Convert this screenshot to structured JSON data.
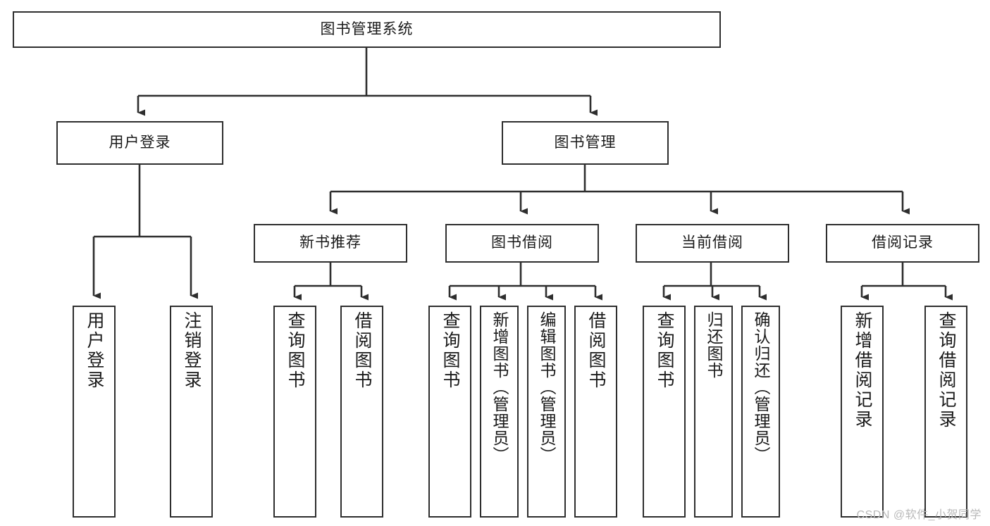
{
  "diagram": {
    "title": "图书管理系统",
    "type": "tree-hierarchy",
    "watermark": "CSDN @软件_小贺同学",
    "colors": {
      "box_border": "#2e2e2e",
      "box_fill": "#ffffff",
      "connector": "#2e2e2e",
      "text": "#1a1a1a",
      "watermark": "#b9b9b9"
    }
  },
  "nodes": {
    "root": {
      "label": "图书管理系统"
    },
    "level1": [
      {
        "label": "用户登录"
      },
      {
        "label": "图书管理"
      }
    ],
    "level2": [
      {
        "label": "新书推荐"
      },
      {
        "label": "图书借阅"
      },
      {
        "label": "当前借阅"
      },
      {
        "label": "借阅记录"
      }
    ],
    "leaves": [
      {
        "label": "用户登录",
        "parent": "用户登录"
      },
      {
        "label": "注销登录",
        "parent": "用户登录"
      },
      {
        "label": "查询图书",
        "parent": "新书推荐"
      },
      {
        "label": "借阅图书",
        "parent": "新书推荐"
      },
      {
        "label": "查询图书",
        "parent": "图书借阅"
      },
      {
        "label": "新增图书（管理员）",
        "parent": "图书借阅"
      },
      {
        "label": "编辑图书（管理员）",
        "parent": "图书借阅"
      },
      {
        "label": "借阅图书",
        "parent": "图书借阅"
      },
      {
        "label": "查询图书",
        "parent": "当前借阅"
      },
      {
        "label": "归还图书",
        "parent": "当前借阅"
      },
      {
        "label": "确认归还（管理员）",
        "parent": "当前借阅"
      },
      {
        "label": "新增借阅记录",
        "parent": "借阅记录"
      },
      {
        "label": "查询借阅记录",
        "parent": "借阅记录"
      }
    ]
  }
}
